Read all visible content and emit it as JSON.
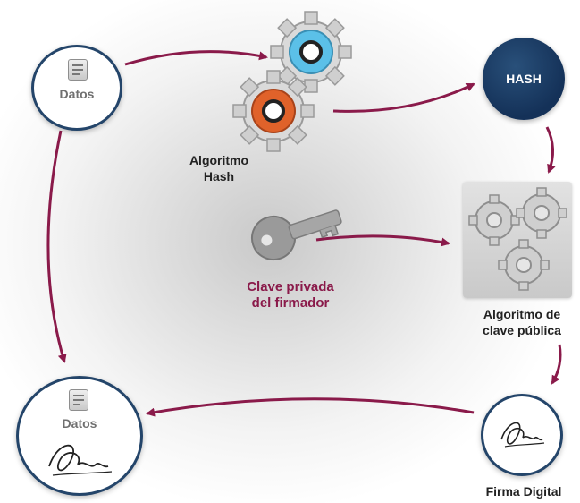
{
  "nodes": {
    "datos_top": "Datos",
    "algoritmo_hash": [
      "Algoritmo",
      "Hash"
    ],
    "hash": "HASH",
    "clave_privada": [
      "Clave privada",
      "del firmador"
    ],
    "algoritmo_clave_publica": [
      "Algoritmo de",
      "clave pública"
    ],
    "firma_digital": "Firma Digital",
    "datos_bottom": "Datos"
  },
  "colors": {
    "arrow": "#8a1a4a",
    "hash_circle": "#143158",
    "circle_border": "#24456a",
    "gear_orange": "#e0622a",
    "gear_blue": "#5bc0e8"
  },
  "icons": [
    "document-icon",
    "gear-icon",
    "key-icon",
    "signature-icon"
  ]
}
